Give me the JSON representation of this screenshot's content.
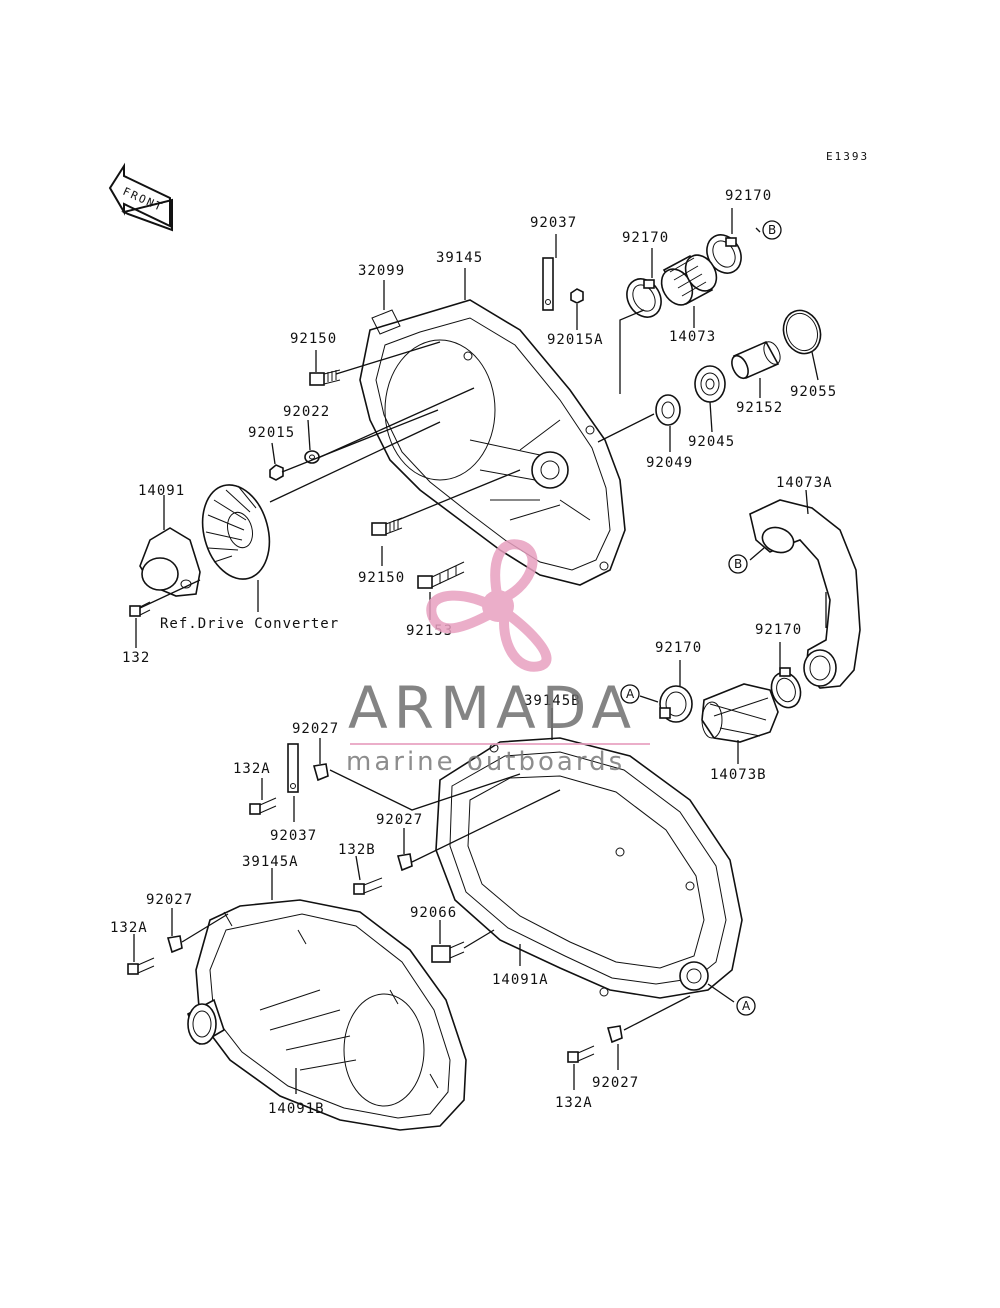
{
  "diagram_code": "E1393",
  "front_label": "FRONT",
  "reference_note": "Ref.Drive Converter",
  "watermark": {
    "brand": "ARMADA",
    "tagline": "marine outboards",
    "accent_color": "#e8a0c0"
  },
  "callouts": {
    "a": "A",
    "b": "B"
  },
  "labels": {
    "p92170_top": "92170",
    "p92037_top": "92037",
    "p92170_mid": "92170",
    "p39145": "39145",
    "p32099": "32099",
    "p92015A": "92015A",
    "p14073": "14073",
    "p92150_top": "92150",
    "p92055": "92055",
    "p92022": "92022",
    "p92152": "92152",
    "p92015": "92015",
    "p92045": "92045",
    "p92049": "92049",
    "p14091": "14091",
    "p14073A": "14073A",
    "p92150_mid": "92150",
    "p92153": "92153",
    "p132": "132",
    "p92170_r1": "92170",
    "p92170_r2": "92170",
    "p39145B": "39145B",
    "p92027_a": "92027",
    "p14073B": "14073B",
    "p132A_a": "132A",
    "p92037_bot": "92037",
    "p92027_b": "92027",
    "p132B": "132B",
    "p39145A": "39145A",
    "p92027_c": "92027",
    "p92066": "92066",
    "p132A_b": "132A",
    "p14091A": "14091A",
    "p92027_d": "92027",
    "p14091B": "14091B",
    "p132A_c": "132A"
  }
}
